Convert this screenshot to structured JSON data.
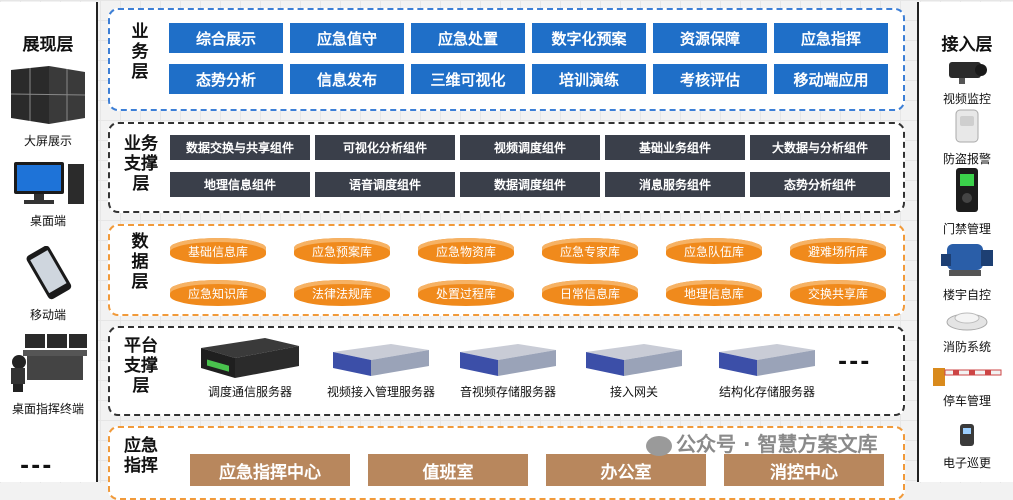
{
  "left_panel": {
    "title": "展现层",
    "devices": [
      {
        "label": "大屏展示",
        "icon": "video-wall-icon"
      },
      {
        "label": "桌面端",
        "icon": "desktop-computer-icon"
      },
      {
        "label": "移动端",
        "icon": "mobile-phone-icon"
      },
      {
        "label": "桌面指挥终端",
        "icon": "command-console-icon"
      }
    ],
    "more": "---"
  },
  "right_panel": {
    "title": "接入层",
    "devices": [
      {
        "label": "视频监控",
        "icon": "camera-icon"
      },
      {
        "label": "防盗报警",
        "icon": "alarm-sensor-icon"
      },
      {
        "label": "门禁管理",
        "icon": "access-control-icon"
      },
      {
        "label": "楼宇自控",
        "icon": "building-control-icon"
      },
      {
        "label": "消防系统",
        "icon": "smoke-detector-icon"
      },
      {
        "label": "停车管理",
        "icon": "parking-barrier-icon"
      },
      {
        "label": "电子巡更",
        "icon": "patrol-icon"
      }
    ]
  },
  "business_layer": {
    "label": "业务层",
    "row1": [
      "综合展示",
      "应急值守",
      "应急处置",
      "数字化预案",
      "资源保障",
      "应急指挥"
    ],
    "row2": [
      "态势分析",
      "信息发布",
      "三维可视化",
      "培训演练",
      "考核评估",
      "移动端应用"
    ]
  },
  "support_layer": {
    "label": "业务支撑层",
    "row1": [
      "数据交换与共享组件",
      "可视化分析组件",
      "视频调度组件",
      "基础业务组件",
      "大数据与分析组件"
    ],
    "row2": [
      "地理信息组件",
      "语音调度组件",
      "数据调度组件",
      "消息服务组件",
      "态势分析组件"
    ]
  },
  "data_layer": {
    "label": "数据层",
    "row1": [
      "基础信息库",
      "应急预案库",
      "应急物资库",
      "应急专家库",
      "应急队伍库",
      "避难场所库"
    ],
    "row2": [
      "应急知识库",
      "法律法规库",
      "处置过程库",
      "日常信息库",
      "地理信息库",
      "交换共享库"
    ]
  },
  "platform_layer": {
    "label": "平台支撑层",
    "servers": [
      "调度通信服务器",
      "视频接入管理服务器",
      "音视频存储服务器",
      "接入网关",
      "结构化存储服务器"
    ],
    "more": "---"
  },
  "command_layer": {
    "label": "应急指挥",
    "items": [
      "应急指挥中心",
      "值班室",
      "办公室",
      "消控中心"
    ]
  },
  "watermark": "公众号 · 智慧方案文库",
  "colors": {
    "blue": "#1f6fc8",
    "dark": "#3a3f4a",
    "orange": "#f08a1c",
    "brown": "#b8875d"
  }
}
